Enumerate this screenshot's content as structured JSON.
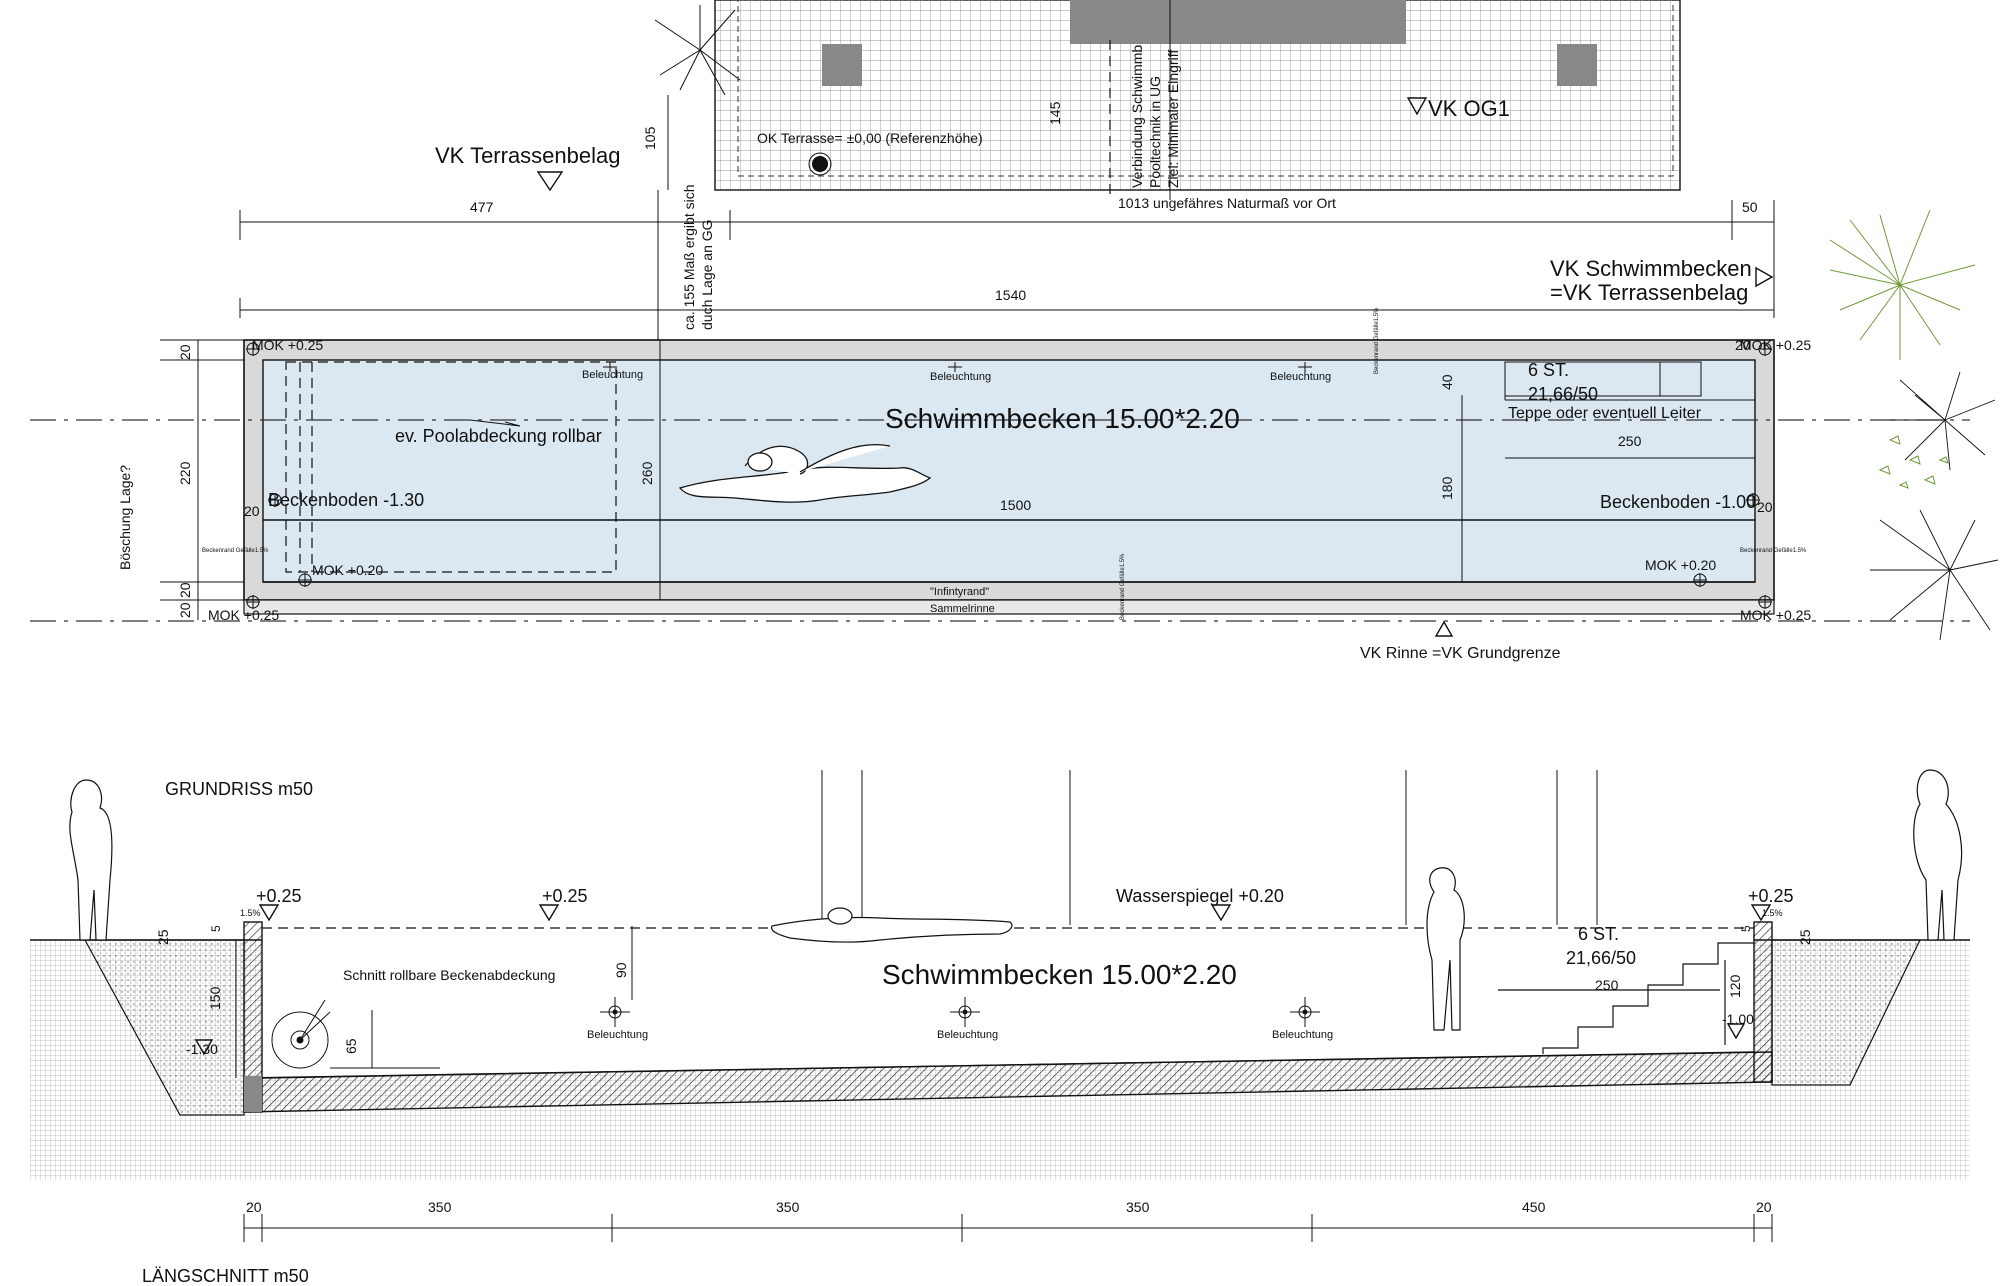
{
  "sheet": {
    "plan_title": "GRUNDRISS  m50",
    "section_title": "LÄNGSCHNITT  m50"
  },
  "colors": {
    "water": "#dbe8f1",
    "concrete": "#d9d9d9",
    "line": "#111111",
    "tree_green": "#6f9a3a"
  },
  "plan": {
    "vk_terrassenbelag": "VK Terrassenbelag",
    "vk_schwimmbecken": "VK Schwimmbecken",
    "vk_schwimmbecken_2": "=VK Terrassenbelag",
    "vk_og1": "VK OG1",
    "ok_terrasse": "OK Terrasse=  ±0,00 (Referenzhöhe)",
    "verbindung_1": "Verbindung Schwimmb",
    "verbindung_2": "Pooltechnik in UG",
    "verbindung_3": "Ziel: Minimaler Eingriff",
    "dim_105": "105",
    "dim_145": "145",
    "dim_477": "477",
    "dim_1013": "1013 ungefähres Naturmaß vor Ort",
    "dim_50": "50",
    "dim_1540": "1540",
    "dim_note_1": "ca. 155 Maß ergibt sich",
    "dim_note_2": "duch Lage an GG",
    "mok_tl": "MOK +0.25",
    "mok_tr": "MOK +0.25",
    "mok_bl": "MOK +0.25",
    "mok_br": "MOK +0.25",
    "mok_l_020": "MOK +0.20",
    "mok_r_020": "MOK +0.20",
    "beleuchtung_1": "Beleuchtung",
    "beleuchtung_2": "Beleuchtung",
    "beleuchtung_3": "Beleuchtung",
    "pool_title": "Schwimmbecken 15.00*2.20",
    "abdeckung": "ev. Poolabdeckung rollbar",
    "beckenboden_l": "Beckenboden -1.30",
    "beckenboden_r": "Beckenboden -1.00",
    "stairs_1": "6 ST.",
    "stairs_2": "21,66/50",
    "teppe": "Teppe oder eventuell Leiter",
    "dim_250": "250",
    "dim_40": "40",
    "dim_180": "180",
    "dim_260": "260",
    "dim_220": "220",
    "dim_20a": "20",
    "dim_20b": "20",
    "dim_20c": "20",
    "dim_20d": "20",
    "dim_20e": "20",
    "dim_20f": "20",
    "dim_1500": "1500",
    "boeschung": "Böschung Lage?",
    "infinity": "\"Infintyrand\"",
    "sammelrinne": "Sammelrinne",
    "vk_rinne": "VK Rinne =VK Grundgrenze",
    "beckenrand_l": "Beckenrand Gefälle1.5%",
    "beckenrand_r": "Beckenrand Gefälle1.5%",
    "gefaelle_top": "Beckenrand Gefälle1.5%",
    "gefaelle_bottom": "Beckenrand Gefälle1.5%"
  },
  "section": {
    "lvl_l": "+0.25",
    "lvl_m": "+0.25",
    "lvl_r": "+0.25",
    "wasserspiegel": "Wasserspiegel +0.20",
    "pool_title": "Schwimmbecken 15.00*2.20",
    "schnitt": "Schnitt rollbare Beckenabdeckung",
    "beleuchtung_1": "Beleuchtung",
    "beleuchtung_2": "Beleuchtung",
    "beleuchtung_3": "Beleuchtung",
    "stairs_1": "6 ST.",
    "stairs_2": "21,66/50",
    "dim_250": "250",
    "dim_120": "120",
    "dim_m100": "-1.00",
    "dim_m130": "-1.30",
    "dim_90": "90",
    "dim_65": "65",
    "dim_150": "150",
    "dim_25l": "25",
    "dim_25r": "25",
    "dim_5l": "5",
    "dim_5r": "5",
    "pct_l": "1.5%",
    "pct_r": "1.5%",
    "b_20l": "20",
    "b_350a": "350",
    "b_350b": "350",
    "b_350c": "350",
    "b_450": "450",
    "b_20r": "20"
  }
}
